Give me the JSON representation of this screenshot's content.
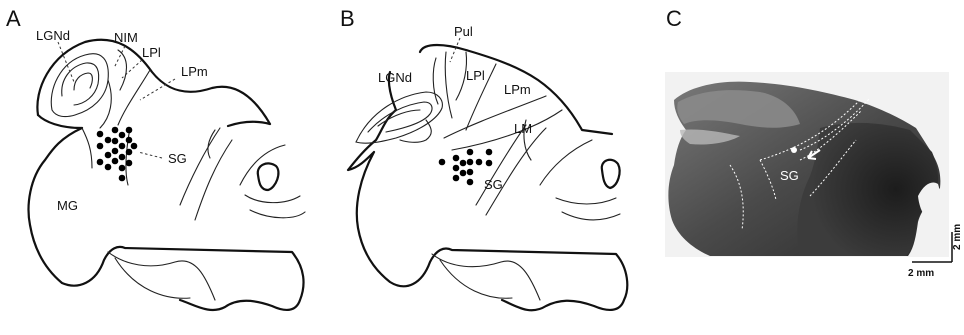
{
  "figure": {
    "panels": [
      {
        "letter": "A",
        "labels": {
          "lgnd": "LGNd",
          "nim": "NIM",
          "lpl": "LPl",
          "lpm": "LPm",
          "sg": "SG",
          "mg": "MG"
        }
      },
      {
        "letter": "B",
        "labels": {
          "pul": "Pul",
          "lgnd": "LGNd",
          "lpl": "LPl",
          "lpm": "LPm",
          "lm": "LM",
          "sg": "SG"
        }
      },
      {
        "letter": "C",
        "labels": {
          "sg": "SG"
        },
        "scalebar": {
          "vertical": "2 mm",
          "horizontal": "2 mm"
        }
      }
    ]
  }
}
